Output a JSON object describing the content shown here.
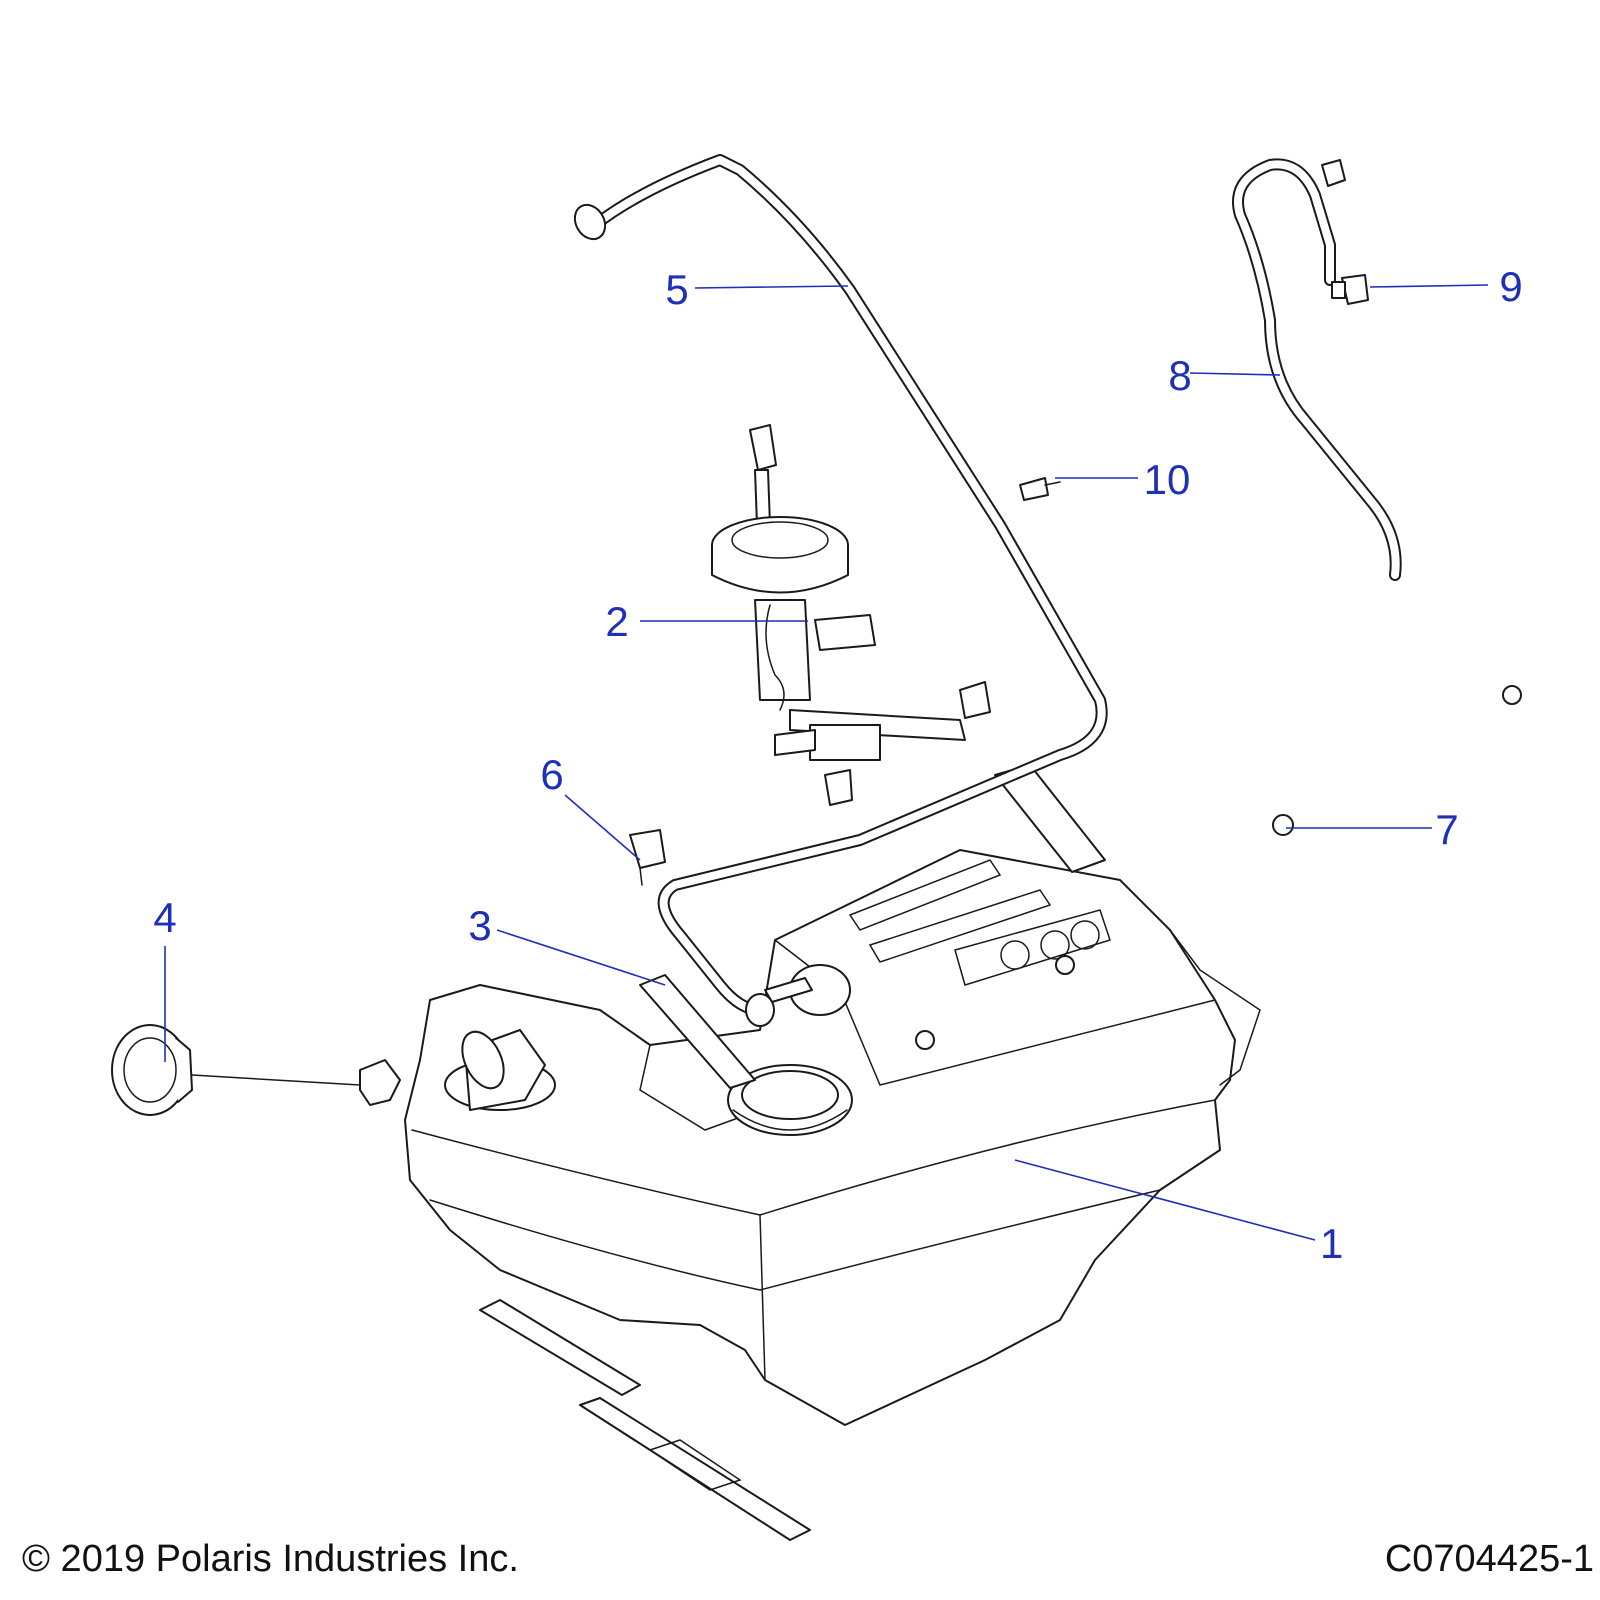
{
  "colors": {
    "callout": "#1f2fb8",
    "line_art": "#1a1a1a"
  },
  "callouts": [
    {
      "number": "1",
      "part": "fuel-tank"
    },
    {
      "number": "2",
      "part": "fuel-pump-assembly"
    },
    {
      "number": "3",
      "part": "tank-pad"
    },
    {
      "number": "4",
      "part": "fuel-cap"
    },
    {
      "number": "5",
      "part": "fuel-line"
    },
    {
      "number": "6",
      "part": "push-clip"
    },
    {
      "number": "7",
      "part": "hose-clamp"
    },
    {
      "number": "8",
      "part": "vent-hose"
    },
    {
      "number": "9",
      "part": "vent-valve"
    },
    {
      "number": "10",
      "part": "connector"
    }
  ],
  "footer": {
    "copyright": "© 2019 Polaris Industries Inc.",
    "drawing_number": "C0704425-1"
  }
}
